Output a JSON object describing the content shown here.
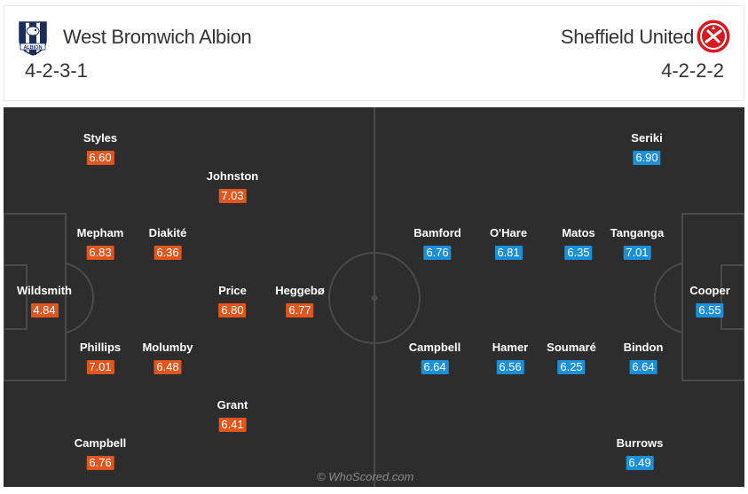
{
  "home": {
    "name": "West Bromwich Albion",
    "formation": "4-2-3-1",
    "crest_icon": "albion-crest-icon",
    "crest_text": "ALBION",
    "rating_color": "#e0561d",
    "players": [
      {
        "name": "Styles",
        "rating": "6.60"
      },
      {
        "name": "Johnston",
        "rating": "7.03"
      },
      {
        "name": "Mepham",
        "rating": "6.83"
      },
      {
        "name": "Diakité",
        "rating": "6.36"
      },
      {
        "name": "Wildsmith",
        "rating": "4.84"
      },
      {
        "name": "Price",
        "rating": "6.80"
      },
      {
        "name": "Heggebø",
        "rating": "6.77"
      },
      {
        "name": "Phillips",
        "rating": "7.01"
      },
      {
        "name": "Molumby",
        "rating": "6.48"
      },
      {
        "name": "Grant",
        "rating": "6.41"
      },
      {
        "name": "Campbell",
        "rating": "6.76"
      }
    ]
  },
  "away": {
    "name": "Sheffield United",
    "formation": "4-2-2-2",
    "crest_icon": "sheffield-crest-icon",
    "rating_color": "#1b8fd8",
    "players": [
      {
        "name": "Seriki",
        "rating": "6.90"
      },
      {
        "name": "Bamford",
        "rating": "6.76"
      },
      {
        "name": "O'Hare",
        "rating": "6.81"
      },
      {
        "name": "Matos",
        "rating": "6.35"
      },
      {
        "name": "Tanganga",
        "rating": "7.01"
      },
      {
        "name": "Cooper",
        "rating": "6.55"
      },
      {
        "name": "Campbell",
        "rating": "6.64"
      },
      {
        "name": "Hamer",
        "rating": "6.56"
      },
      {
        "name": "Soumaré",
        "rating": "6.25"
      },
      {
        "name": "Bindon",
        "rating": "6.64"
      },
      {
        "name": "Burrows",
        "rating": "6.49"
      }
    ]
  },
  "watermark": "© WhoScored.com",
  "colors": {
    "pitch": "#2d2d2d",
    "pitch_lines": "#4a4a4a"
  }
}
